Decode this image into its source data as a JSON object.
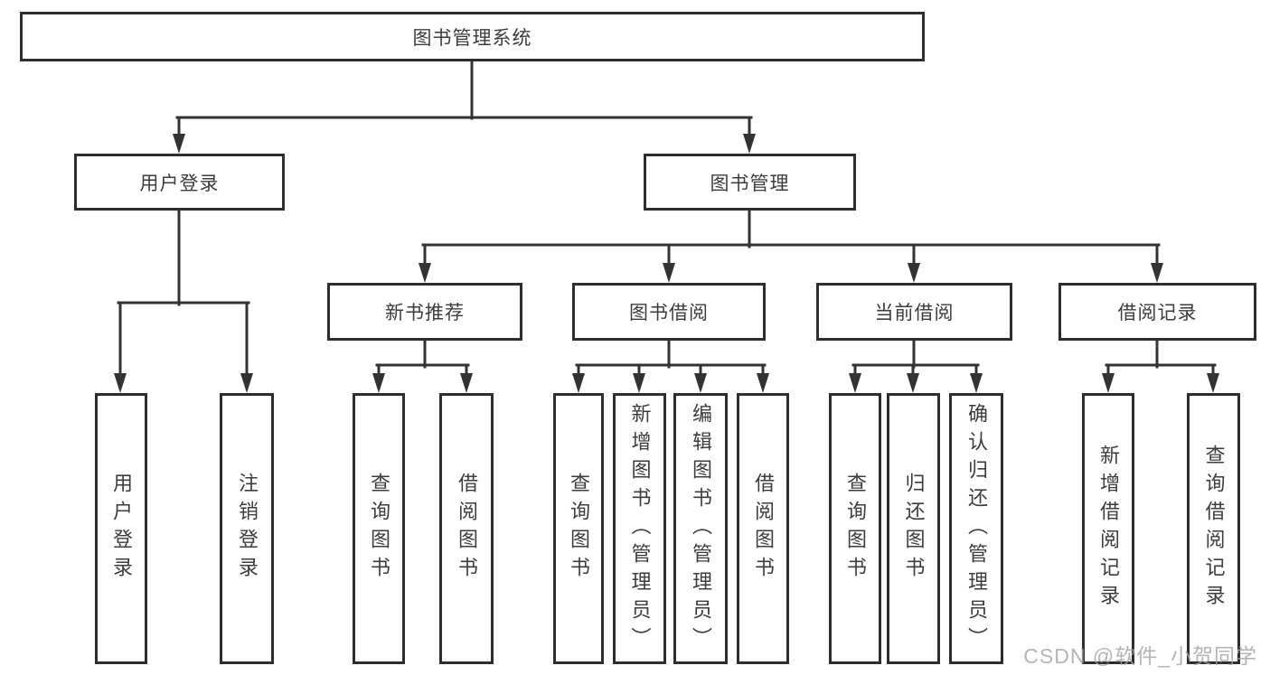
{
  "diagram_type": "functional-structure-tree",
  "colors": {
    "background": "#ffffff",
    "box_border": "#2d2d2d",
    "connector_line": "#333333",
    "text": "#3c3c3c",
    "watermark_text": "#a4a4a4"
  },
  "tree": {
    "root": {
      "label": "图书管理系统",
      "children": [
        {
          "label": "用户登录",
          "children": [
            {
              "label": "用户登录"
            },
            {
              "label": "注销登录"
            }
          ]
        },
        {
          "label": "图书管理",
          "children": [
            {
              "label": "新书推荐",
              "children": [
                {
                  "label": "查询图书"
                },
                {
                  "label": "借阅图书"
                }
              ]
            },
            {
              "label": "图书借阅",
              "children": [
                {
                  "label": "查询图书"
                },
                {
                  "label": "新增图书（管理员）"
                },
                {
                  "label": "编辑图书（管理员）"
                },
                {
                  "label": "借阅图书"
                }
              ]
            },
            {
              "label": "当前借阅",
              "children": [
                {
                  "label": "查询图书"
                },
                {
                  "label": "归还图书"
                },
                {
                  "label": "确认归还（管理员）"
                }
              ]
            },
            {
              "label": "借阅记录",
              "children": [
                {
                  "label": "新增借阅记录"
                },
                {
                  "label": "查询借阅记录"
                }
              ]
            }
          ]
        }
      ]
    }
  },
  "watermark": {
    "text": "CSDN @软件_小贺同学"
  }
}
